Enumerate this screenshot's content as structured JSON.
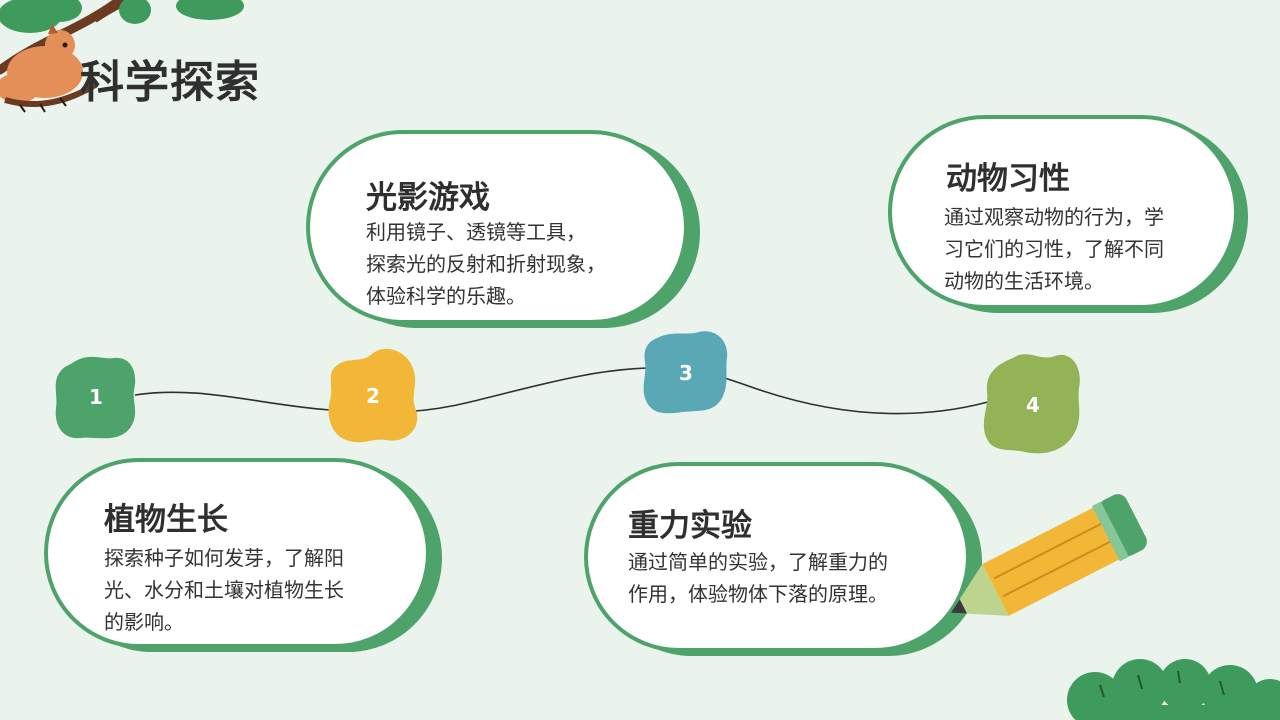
{
  "slide": {
    "title": "科学探索"
  },
  "steps": [
    {
      "number": "1",
      "color": "#4ea36a"
    },
    {
      "number": "2",
      "color": "#f2b737"
    },
    {
      "number": "3",
      "color": "#5aa8b5"
    },
    {
      "number": "4",
      "color": "#93b356"
    }
  ],
  "cards": {
    "plant": {
      "title": "植物生长",
      "lines": [
        "探索种子如何发芽，了解阳",
        "光、水分和土壤对植物生长",
        "的影响。"
      ]
    },
    "light": {
      "title": "光影游戏",
      "lines": [
        "利用镜子、透镜等工具，",
        "探索光的反射和折射现象，",
        "体验科学的乐趣。"
      ]
    },
    "gravity": {
      "title": "重力实验",
      "lines": [
        "通过简单的实验，了解重力的",
        "作用，体验物体下落的原理。"
      ]
    },
    "animal": {
      "title": "动物习性",
      "lines": [
        "通过观察动物的行为，学",
        "习它们的习性，了解不同",
        "动物的生活环境。"
      ]
    }
  },
  "icons": {
    "top_left": "squirrel-on-branch-icon",
    "pencil": "pencil-icon",
    "bush": "bush-icon"
  },
  "colors": {
    "background": "#eaf4ec",
    "card_border": "#4ea36a"
  }
}
